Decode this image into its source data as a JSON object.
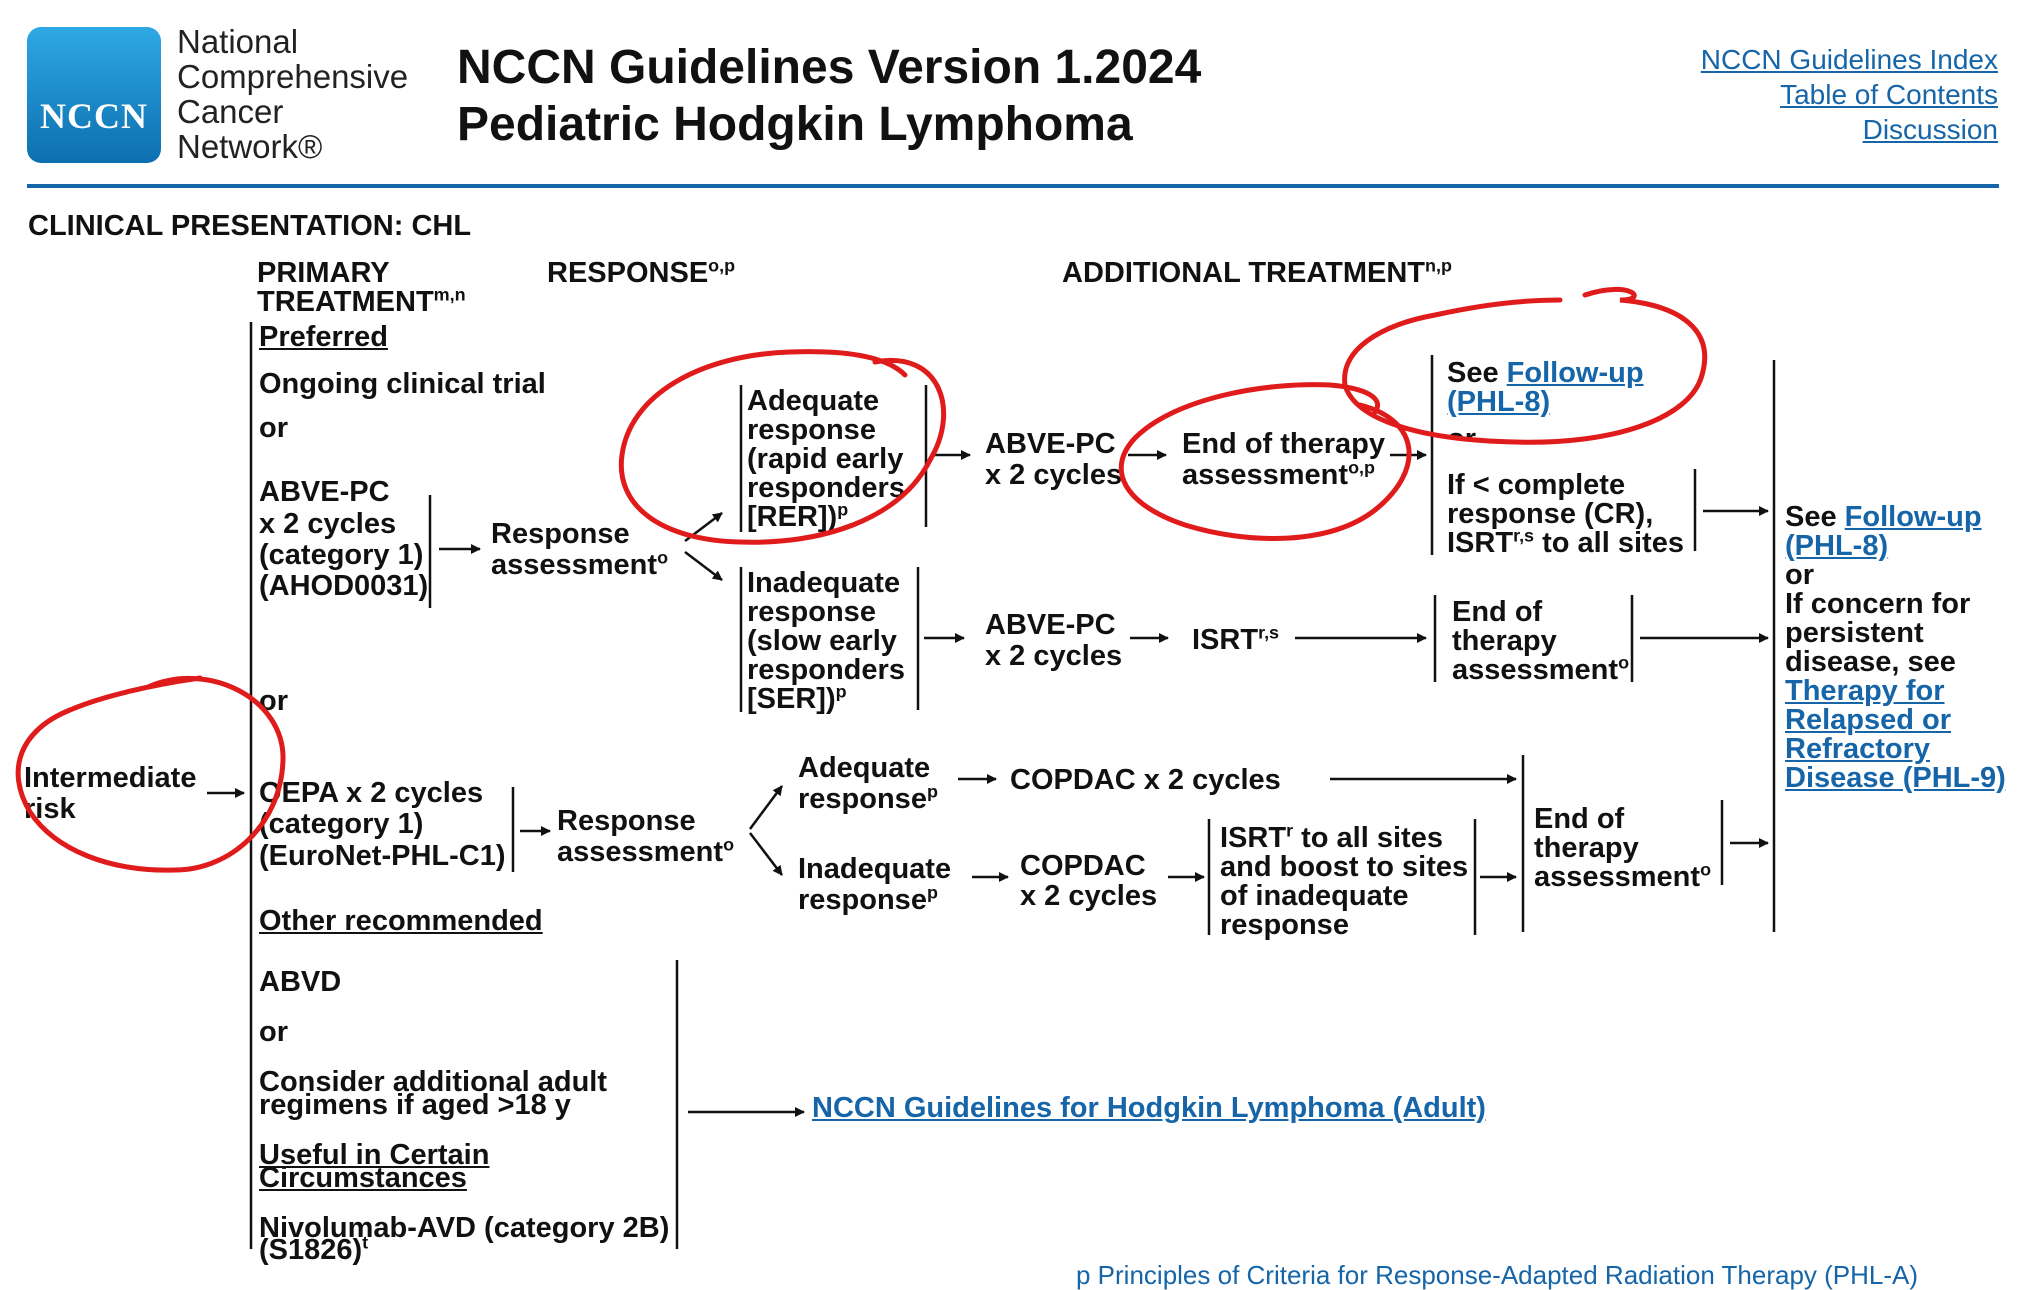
{
  "header": {
    "logo_text": "NCCN",
    "org_name_lines": [
      "National",
      "Comprehensive",
      "Cancer",
      "Network®"
    ],
    "title_line1": "NCCN Guidelines Version 1.2024",
    "title_line2": "Pediatric Hodgkin Lymphoma",
    "links": [
      "NCCN Guidelines Index",
      "Table of Contents",
      "Discussion"
    ],
    "rule_color": "#1565a8"
  },
  "section_title": "CLINICAL PRESENTATION: CHL",
  "columns": {
    "primary_line1": "PRIMARY",
    "primary_line2": "TREATMENT",
    "primary_sup": "m,n",
    "response": "RESPONSE",
    "response_sup": "o,p",
    "additional": "ADDITIONAL TREATMENT",
    "additional_sup": "n,p"
  },
  "risk": {
    "line1": "Intermediate",
    "line2": "risk"
  },
  "primary": {
    "preferred": "Preferred",
    "ongoing_trial": "Ongoing clinical trial",
    "or1": "or",
    "abve_pc": [
      "ABVE-PC",
      "x 2 cycles",
      "(category 1)",
      "(AHOD0031)"
    ],
    "or2": "or",
    "oepa": [
      "OEPA x 2 cycles",
      "(category 1)",
      "(EuroNet-PHL-C1)"
    ],
    "other_recommended": "Other recommended",
    "abvd": "ABVD",
    "or3": "or",
    "consider": [
      "Consider additional adult",
      "regimens if aged >18 y"
    ],
    "useful": [
      "Useful in Certain",
      "Circumstances"
    ],
    "nivolumab": [
      "Nivolumab-AVD (category 2B)",
      "(S1826)"
    ],
    "nivolumab_sup": "t"
  },
  "response": {
    "assessment1": [
      "Response",
      "assessment"
    ],
    "assessment_sup": "o",
    "adequate_rer": [
      "Adequate",
      "response",
      "(rapid early",
      "responders",
      "[RER])"
    ],
    "inadequate_ser": [
      "Inadequate",
      "response",
      "(slow early",
      "responders",
      "[SER])"
    ],
    "p_sup": "p",
    "assessment2": [
      "Response",
      "assessment"
    ],
    "adequate2": [
      "Adequate",
      "response"
    ],
    "inadequate2": [
      "Inadequate",
      "response"
    ]
  },
  "additional": {
    "abve_pc_rer": [
      "ABVE-PC",
      "x 2 cycles"
    ],
    "end_of_therapy_rer": [
      "End of therapy",
      "assessment"
    ],
    "end_sup": "o,p",
    "see": "See ",
    "follow_up_link": "Follow-up",
    "follow_up_ref": "(PHL-8)",
    "or_fragment": "or",
    "if_less_cr": [
      "If < complete",
      "response (CR),",
      "ISRT",
      " to all sites"
    ],
    "isrt_sup": "r,s",
    "abve_pc_ser": [
      "ABVE-PC",
      "x 2 cycles"
    ],
    "isrt_ser": "ISRT",
    "end_of_therapy_ser": [
      "End of",
      "therapy",
      "assessment"
    ],
    "copdac_adequate": "COPDAC x 2 cycles",
    "copdac_inadequate": [
      "COPDAC",
      "x 2 cycles"
    ],
    "isrt_boost": [
      "ISRT",
      " to all sites",
      "and boost to sites",
      "of inadequate",
      "response"
    ],
    "isrt_r_sup": "r",
    "end_of_therapy_3": [
      "End of",
      "therapy",
      "assessment"
    ]
  },
  "final": {
    "see": "See ",
    "follow_up_link": "Follow-up ",
    "follow_up_ref": "(PHL-8)",
    "or": "or",
    "concern": [
      "If concern for",
      "persistent",
      "disease, see"
    ],
    "relapsed_link": [
      "Therapy for ",
      "Relapsed or ",
      "Refractory ",
      "Disease (PHL-9)"
    ]
  },
  "adult_link": "NCCN Guidelines for Hodgkin Lymphoma (Adult)",
  "footnote_fragment": "p Principles of Criteria for Response-Adapted Radiation Therapy (PHL-A)"
}
